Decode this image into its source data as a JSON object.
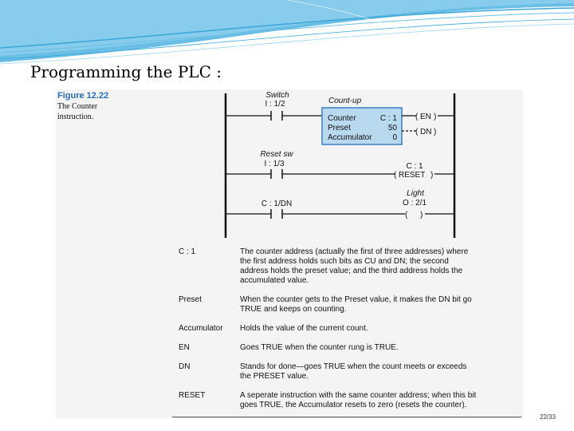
{
  "slide": {
    "title": "Programming the PLC :",
    "page_number": "22/33"
  },
  "figure": {
    "number": "Figure 12.22",
    "caption_line1": "The Counter",
    "caption_line2": "instruction."
  },
  "ladder": {
    "rung1": {
      "contact_label": "Switch",
      "contact_address": "I : 1/2",
      "block_title": "Count-up",
      "counter_label": "Counter",
      "counter_value": "C : 1",
      "preset_label": "Preset",
      "preset_value": "50",
      "accumulator_label": "Accumulator",
      "accumulator_value": "0",
      "en_output": "EN",
      "dn_output": "DN"
    },
    "rung2": {
      "contact_label": "Reset sw",
      "contact_address": "I : 1/3",
      "coil_address": "C : 1",
      "coil_label": "RESET"
    },
    "rung3": {
      "contact_address": "C : 1/DN",
      "coil_label": "Light",
      "coil_address": "O : 2/1"
    }
  },
  "colors": {
    "swoosh": "#3aa6d8",
    "block_fill": "#b9d9ef",
    "block_border": "#3a7fc0",
    "figure_label": "#2a6fb4"
  },
  "definitions": [
    {
      "term": "C : 1",
      "text": [
        "The counter address (actually the first of three addresses) where",
        "the first address holds such bits as CU and DN; the second",
        "address holds the preset value; and the third address holds the",
        "accumulated value."
      ]
    },
    {
      "term": "Preset",
      "text": [
        "When the counter gets to the Preset value, it makes the DN bit go",
        "TRUE and keeps on counting."
      ]
    },
    {
      "term": "Accumulator",
      "text": [
        "Holds the value of the current count."
      ]
    },
    {
      "term": "EN",
      "text": [
        "Goes TRUE when the counter rung is TRUE."
      ]
    },
    {
      "term": "DN",
      "text": [
        "Stands for done—goes TRUE when the count meets or exceeds",
        "the PRESET value."
      ]
    },
    {
      "term": "RESET",
      "text": [
        "A seperate instruction with the same counter address; when this bit",
        "goes TRUE, the Accumulator resets to zero (resets the counter)."
      ]
    }
  ]
}
